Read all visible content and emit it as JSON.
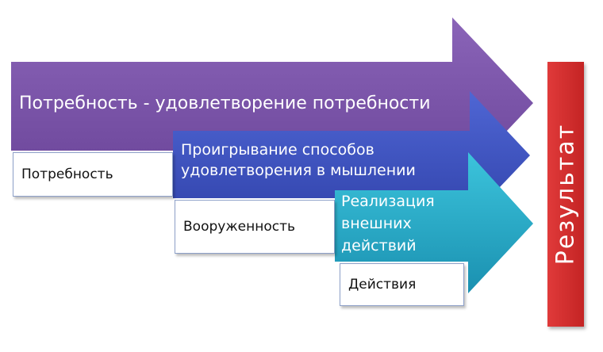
{
  "arrows": [
    {
      "label": "Потребность - удовлетворение потребности",
      "box": "Потребность",
      "color": "#7a54a8"
    },
    {
      "label_lines": [
        "Проигрывание способов",
        "удовлетворения в мышлении"
      ],
      "box": "Вооруженность",
      "color": "#3e55c2"
    },
    {
      "label_lines": [
        "Реализация",
        "внешних",
        "действий"
      ],
      "box": "Действия",
      "color": "#24a9c4"
    }
  ],
  "result": {
    "label": "Результат",
    "color": "#d03030"
  }
}
